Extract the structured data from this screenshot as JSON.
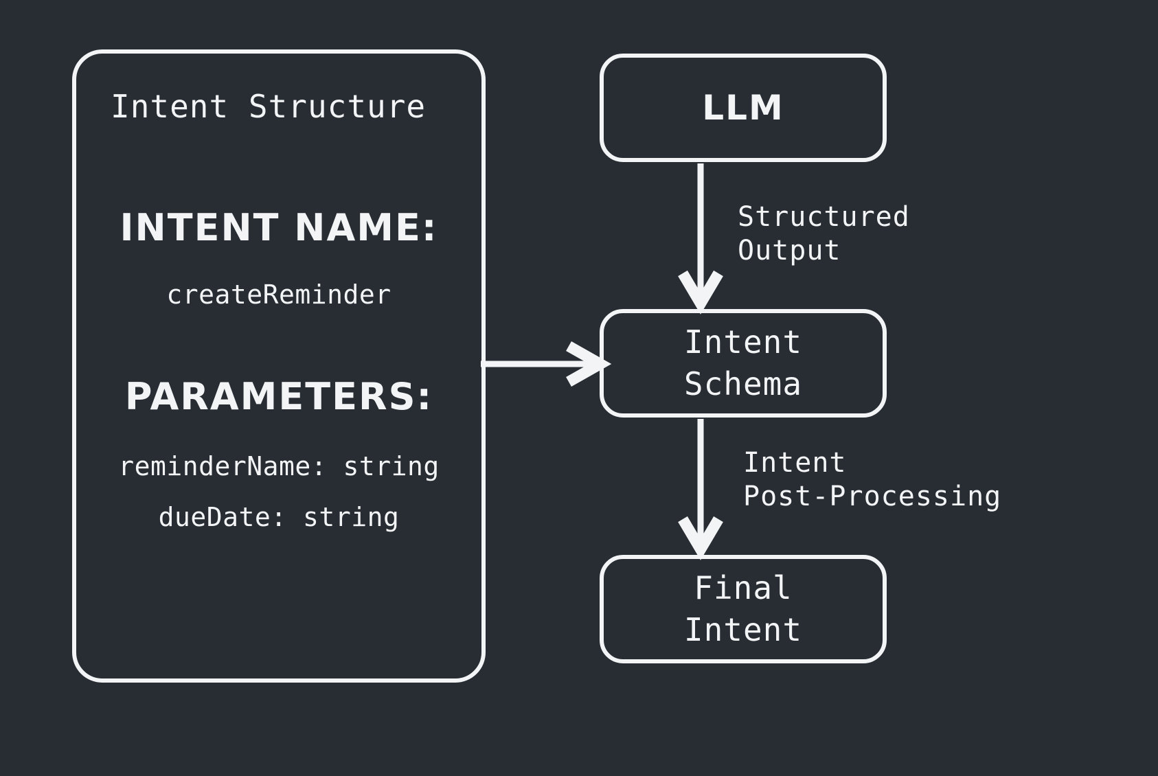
{
  "diagram": {
    "title": "Intent Structure",
    "background_color": "#282d33",
    "stroke_color": "#f2f4f6",
    "panel": {
      "title": "Intent Structure",
      "fields": [
        {
          "label": "INTENT NAME:",
          "values": [
            "createReminder"
          ]
        },
        {
          "label": "PARAMETERS:",
          "values": [
            "reminderName: string",
            "dueDate: string"
          ]
        }
      ]
    },
    "nodes": [
      {
        "id": "llm",
        "label": "LLM"
      },
      {
        "id": "intent-schema",
        "label": "Intent\nSchema"
      },
      {
        "id": "final-intent",
        "label": "Final\nIntent"
      }
    ],
    "edges": [
      {
        "id": "llm-to-schema",
        "label": "Structured\nOutput",
        "direction": "down"
      },
      {
        "id": "schema-to-final",
        "label": "Intent\nPost-Processing",
        "direction": "down"
      },
      {
        "id": "structure-to-schema",
        "label": "",
        "direction": "right"
      }
    ]
  }
}
